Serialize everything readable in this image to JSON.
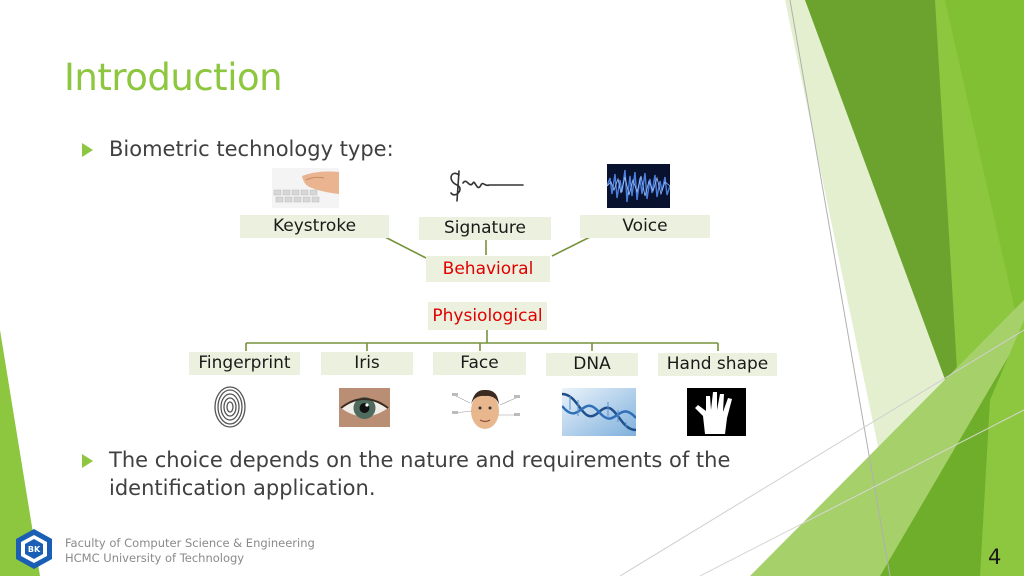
{
  "title": "Introduction",
  "bullets": {
    "first": "Biometric technology type:",
    "second_line1": "The choice depends on the nature and requirements of the",
    "second_line2": "identification application."
  },
  "tree": {
    "behavioral": {
      "label": "Behavioral",
      "children": [
        "Keystroke",
        "Signature",
        "Voice"
      ]
    },
    "physiological": {
      "label": "Physiological",
      "children": [
        "Fingerprint",
        "Iris",
        "Face",
        "DNA",
        "Hand shape"
      ]
    }
  },
  "footer": {
    "line1": "Faculty of Computer Science & Engineering",
    "line2": "HCMC University of Technology"
  },
  "logo_text": "BK",
  "page_number": "4",
  "colors": {
    "accent": "#8dc63f",
    "label_bg": "#ebf1de",
    "category_text": "#e00000",
    "body_text": "#404040"
  },
  "icons": [
    "keyboard-photo",
    "signature-photo",
    "soundwave-photo",
    "fingerprint-photo",
    "eye-photo",
    "face-photo",
    "dna-photo",
    "hand-photo"
  ]
}
